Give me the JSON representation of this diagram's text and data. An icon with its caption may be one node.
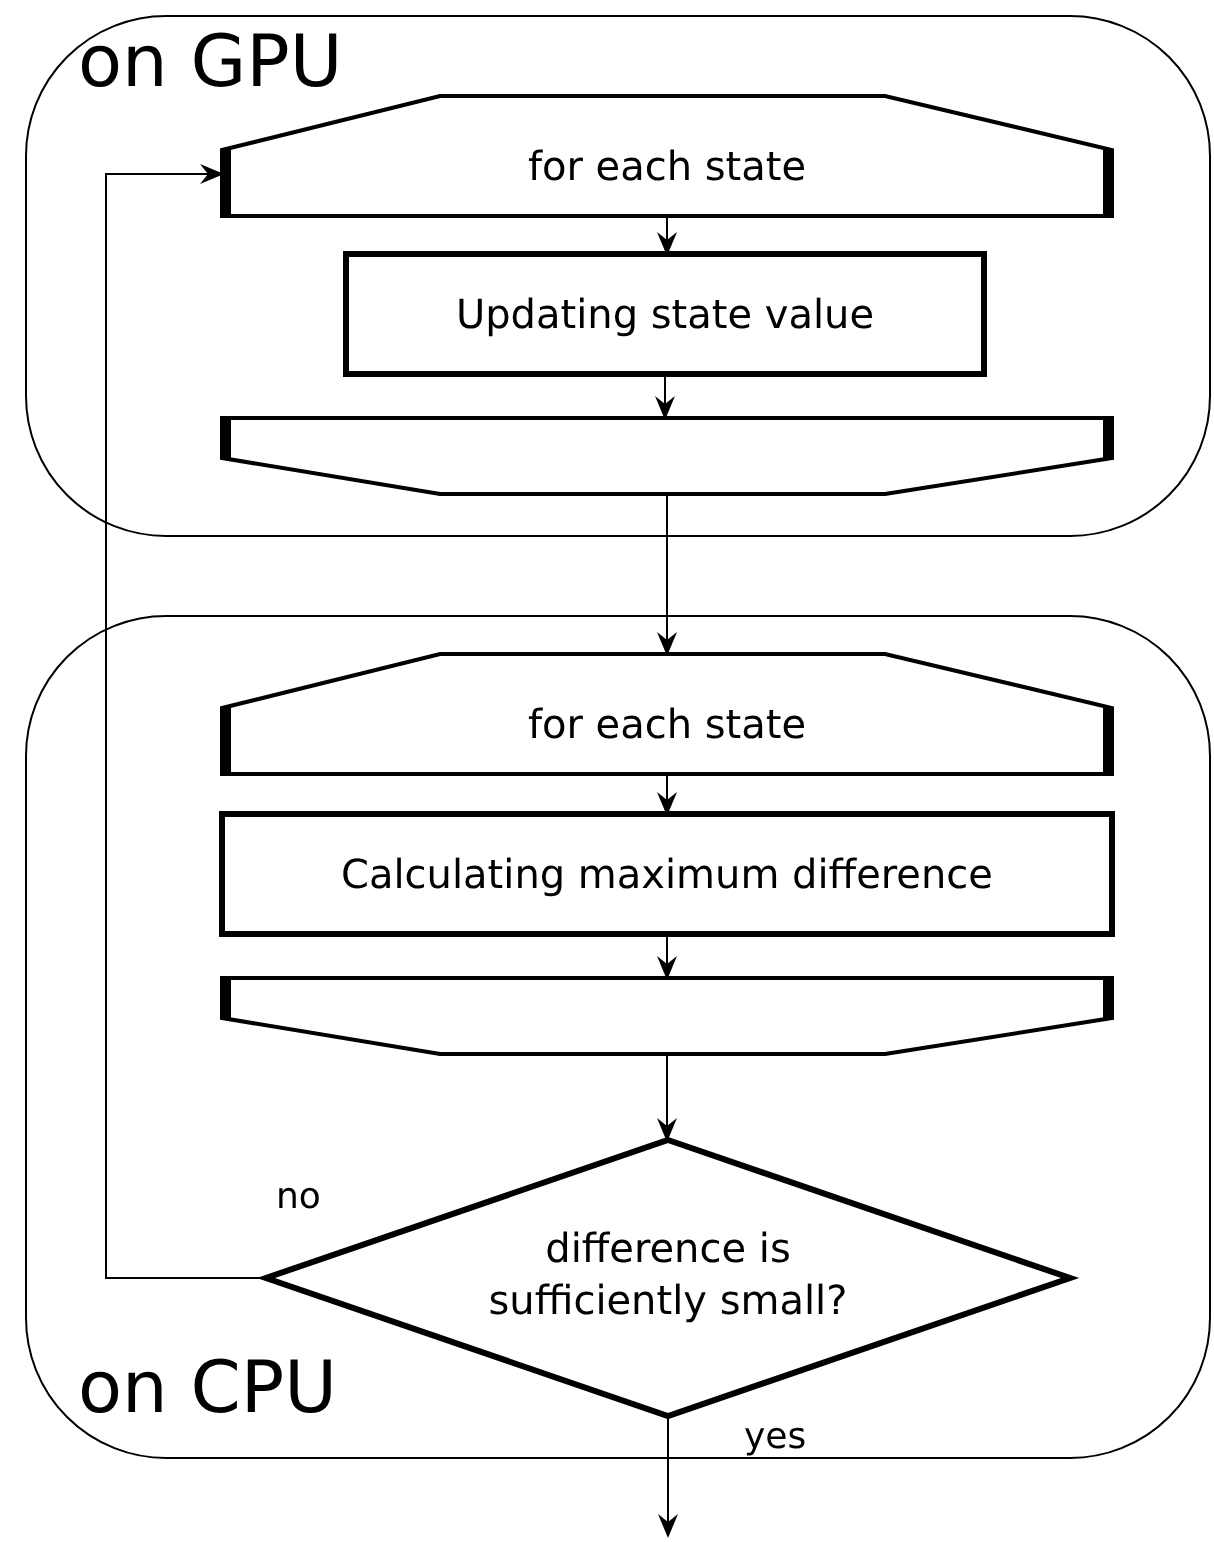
{
  "diagram": {
    "nodes": [
      {
        "text": [
          "on GPU"
        ]
      },
      {
        "text": [
          "for each state"
        ],
        "in": 0
      },
      {
        "text": [
          "Updating state value"
        ],
        "in": 0
      },
      {
        "text": [],
        "shape": "hexagon",
        "in": 0
      },
      {
        "text": [
          "on CPU"
        ]
      },
      {
        "text": [
          "for each state"
        ],
        "in": 4
      },
      {
        "text": [
          "Calculating maximum difference"
        ],
        "in": 4
      },
      {
        "text": [],
        "shape": "hexagon",
        "in": 4
      },
      {
        "text": [
          "difference is sufficiently small?"
        ],
        "in": 4
      }
    ],
    "edges": [
      {
        "from": 1,
        "to": 2,
        "arrow": "to"
      },
      {
        "from": 2,
        "to": 3,
        "arrow": "to"
      },
      {
        "from": 3,
        "to": 5,
        "arrow": "to"
      },
      {
        "from": 5,
        "to": 6,
        "arrow": "to"
      },
      {
        "from": 6,
        "to": 7,
        "arrow": "to"
      },
      {
        "from": 7,
        "to": 8,
        "arrow": "to"
      },
      {
        "from": 8,
        "to": 1,
        "label": "no",
        "arrow": "to"
      },
      {
        "from": 8,
        "to": null,
        "label": "yes",
        "arrow": "to"
      }
    ]
  }
}
